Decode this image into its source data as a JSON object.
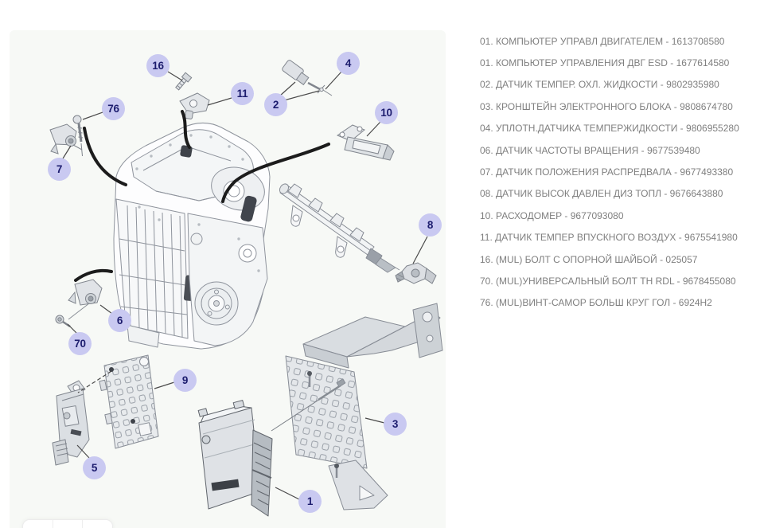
{
  "theme": {
    "page_bg": "#ffffff",
    "panel_bg": "#f7f9f6",
    "callout_bg": "#c9c9f1",
    "callout_text": "#1c1c6e",
    "list_text": "#7f7f7f"
  },
  "diagram": {
    "callouts": [
      {
        "label": "16"
      },
      {
        "label": "11"
      },
      {
        "label": "4"
      },
      {
        "label": "2"
      },
      {
        "label": "10"
      },
      {
        "label": "76"
      },
      {
        "label": "7"
      },
      {
        "label": "8"
      },
      {
        "label": "6"
      },
      {
        "label": "70"
      },
      {
        "label": "9"
      },
      {
        "label": "5"
      },
      {
        "label": "3"
      },
      {
        "label": "1"
      }
    ]
  },
  "parts_list": {
    "items": [
      {
        "label": "01. КОМПЬЮТЕР УПРАВЛ ДВИГАТЕЛЕМ - 1613708580"
      },
      {
        "label": "01. КОМПЬЮТЕР УПРАВЛЕНИЯ ДВГ ESD - 1677614580"
      },
      {
        "label": "02. ДАТЧИК ТЕМПЕР. ОХЛ. ЖИДКОСТИ - 9802935980"
      },
      {
        "label": "03. КРОНШТЕЙН ЭЛЕКТРОННОГО БЛОКА - 9808674780"
      },
      {
        "label": "04. УПЛОТН.ДАТЧИКА ТЕМПЕРЖИДКОСТИ - 9806955280"
      },
      {
        "label": "06. ДАТЧИК ЧАСТОТЫ ВРАЩЕНИЯ - 9677539480"
      },
      {
        "label": "07. ДАТЧИК ПОЛОЖЕНИЯ РАСПРЕДВАЛА - 9677493380"
      },
      {
        "label": "08. ДАТЧИК ВЫСОК ДАВЛЕН ДИЗ ТОПЛ - 9676643880"
      },
      {
        "label": "10. РАСХОДОМЕР - 9677093080"
      },
      {
        "label": "11. ДАТЧИК ТЕМПЕР ВПУСКНОГО ВОЗДУХ - 9675541980"
      },
      {
        "label": "16. (MUL) БОЛТ С ОПОРНОЙ ШАЙБОЙ - 025057"
      },
      {
        "label": "70. (MUL)УНИВЕРСАЛЬНЫЙ БОЛТ TH RDL - 9678455080"
      },
      {
        "label": "76. (MUL)ВИНТ-САМОР БОЛЬШ КРУГ ГОЛ - 6924H2"
      }
    ]
  }
}
